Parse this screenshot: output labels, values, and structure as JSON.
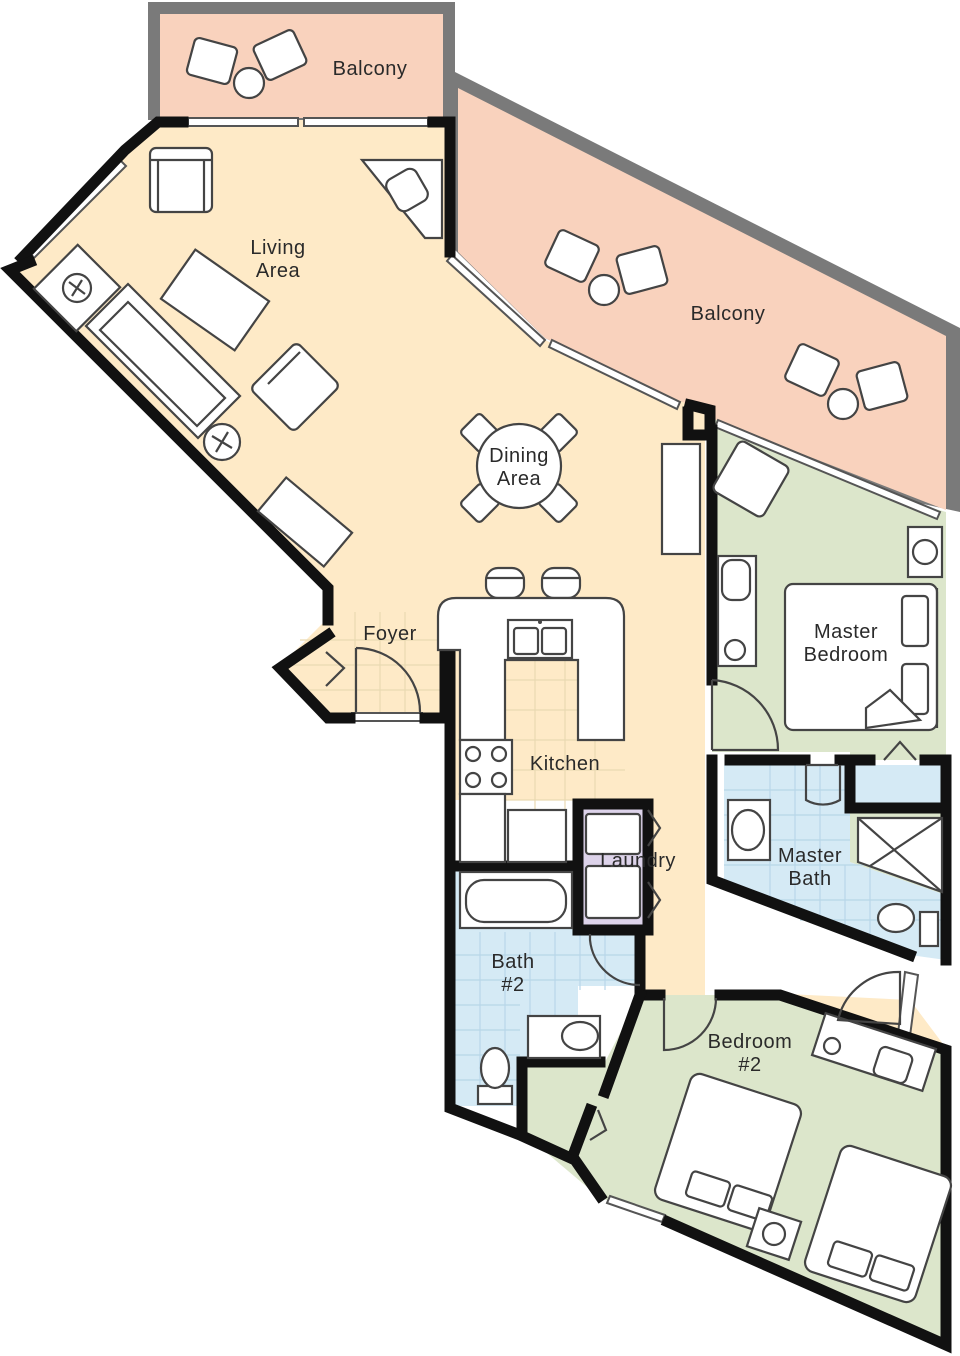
{
  "floor_plan": {
    "rooms": [
      {
        "id": "balcony-1",
        "label": [
          "Balcony"
        ],
        "color": "#f9d2bd"
      },
      {
        "id": "balcony-2",
        "label": [
          "Balcony"
        ],
        "color": "#f9d2bd"
      },
      {
        "id": "living-area",
        "label": [
          "Living",
          "Area"
        ],
        "color": "#feeac7"
      },
      {
        "id": "dining-area",
        "label": [
          "Dining",
          "Area"
        ],
        "color": "#feeac7"
      },
      {
        "id": "foyer",
        "label": [
          "Foyer"
        ],
        "color": "#feeac7"
      },
      {
        "id": "kitchen",
        "label": [
          "Kitchen"
        ],
        "color": "#feeac7"
      },
      {
        "id": "laundry",
        "label": [
          "Laundry"
        ],
        "color": "#ddd3ea"
      },
      {
        "id": "master-bedroom",
        "label": [
          "Master",
          "Bedroom"
        ],
        "color": "#dce6cb"
      },
      {
        "id": "master-bath",
        "label": [
          "Master",
          "Bath"
        ],
        "color": "#d5eaf5"
      },
      {
        "id": "bath-2",
        "label": [
          "Bath",
          "#2"
        ],
        "color": "#d5eaf5"
      },
      {
        "id": "bedroom-2",
        "label": [
          "Bedroom",
          "#2"
        ],
        "color": "#dce6cb"
      }
    ],
    "colors": {
      "wall": "#111111",
      "balcony_rail": "#7a7a7a",
      "furniture_stroke": "#444444"
    }
  }
}
